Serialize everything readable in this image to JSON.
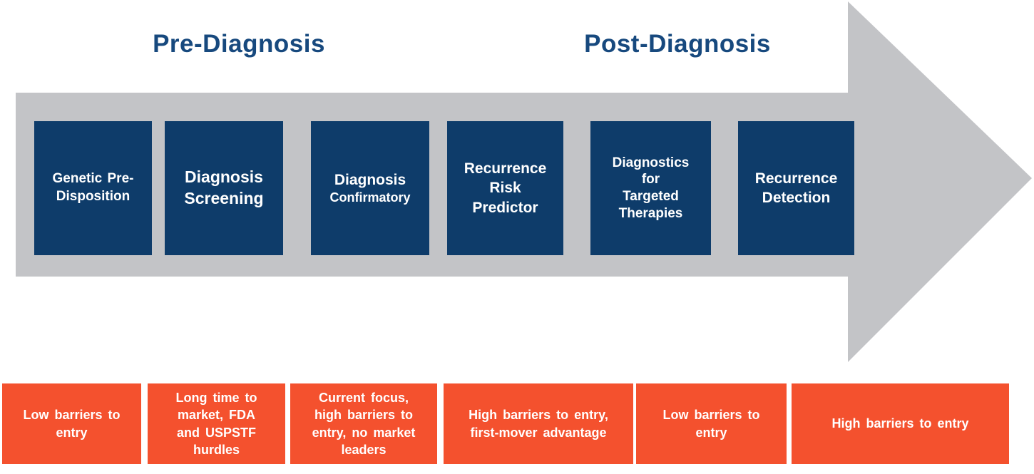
{
  "headers": {
    "pre": "Pre-Diagnosis",
    "post": "Post-Diagnosis"
  },
  "stages": [
    {
      "name": "genetic-pre-disposition",
      "lines": [
        "Genetic Pre-",
        "Disposition"
      ]
    },
    {
      "name": "diagnosis-screening",
      "lines": [
        "Diagnosis",
        "Screening"
      ]
    },
    {
      "name": "diagnosis-confirmatory",
      "lines": [
        "Diagnosis",
        "Confirmatory"
      ]
    },
    {
      "name": "recurrence-risk-predictor",
      "lines": [
        "Recurrence",
        "Risk",
        "Predictor"
      ]
    },
    {
      "name": "diagnostics-for-targeted-therapies",
      "lines": [
        "Diagnostics",
        "for",
        "Targeted",
        "Therapies"
      ]
    },
    {
      "name": "recurrence-detection",
      "lines": [
        "Recurrence",
        "Detection"
      ]
    }
  ],
  "barriers": [
    {
      "name": "barrier-genetic-pre-disposition",
      "lines": [
        "Low barriers to",
        "entry"
      ]
    },
    {
      "name": "barrier-diagnosis-screening",
      "lines": [
        "Long time to",
        "market, FDA",
        "and USPSTF",
        "hurdles"
      ]
    },
    {
      "name": "barrier-diagnosis-confirmatory",
      "lines": [
        "Current focus,",
        "high barriers to",
        "entry, no market",
        "leaders"
      ]
    },
    {
      "name": "barrier-recurrence-risk-predictor",
      "lines": [
        "High barriers to entry,",
        "first-mover advantage"
      ]
    },
    {
      "name": "barrier-diagnostics-targeted-therapies",
      "lines": [
        "Low barriers to",
        "entry"
      ]
    },
    {
      "name": "barrier-recurrence-detection",
      "lines": [
        "High barriers to entry"
      ]
    }
  ],
  "colors": {
    "stage_navy": "#0E3C6A",
    "header_navy": "#17497E",
    "arrow_gray": "#C3C4C7",
    "barrier_orange": "#F4512E",
    "text_on_dark": "#FFFFFF"
  }
}
